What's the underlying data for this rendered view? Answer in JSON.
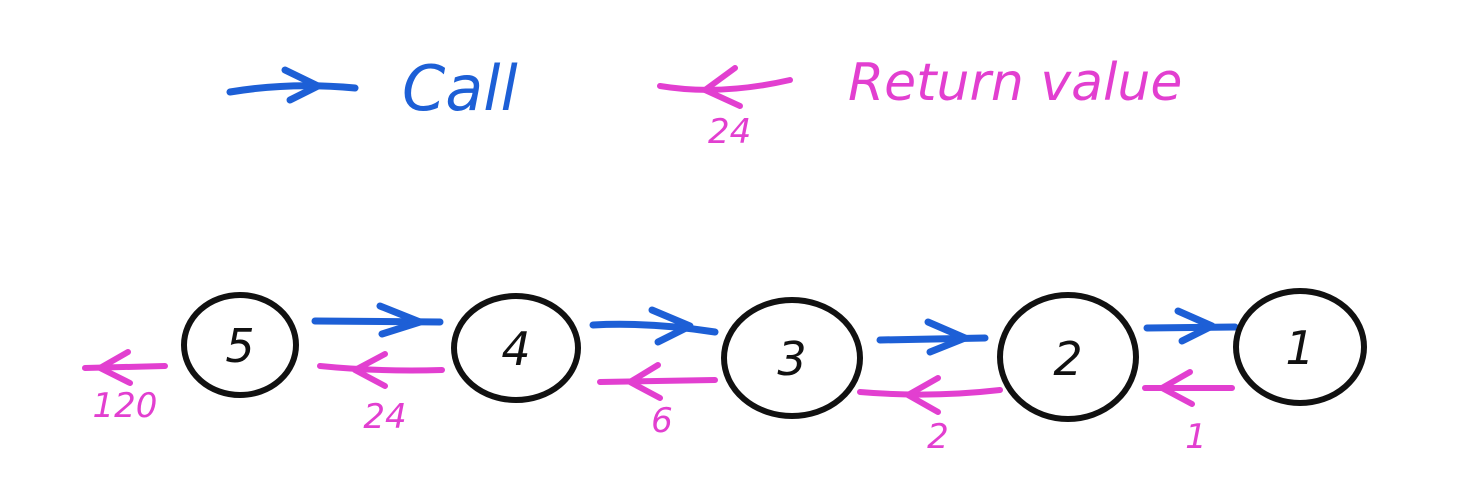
{
  "legend": {
    "call_label": "Call",
    "return_label": "Return value",
    "return_example_value": "24"
  },
  "colors": {
    "call": "#1d5fd6",
    "return": "#e23fd0",
    "node": "#111111"
  },
  "nodes": [
    {
      "id": "n5",
      "label": "5"
    },
    {
      "id": "n4",
      "label": "4"
    },
    {
      "id": "n3",
      "label": "3"
    },
    {
      "id": "n2",
      "label": "2"
    },
    {
      "id": "n1",
      "label": "1"
    }
  ],
  "returns": [
    {
      "from": "n5",
      "value": "120"
    },
    {
      "from": "n4",
      "value": "24"
    },
    {
      "from": "n3",
      "value": "6"
    },
    {
      "from": "n2",
      "value": "2"
    },
    {
      "from": "n1",
      "value": "1"
    }
  ]
}
